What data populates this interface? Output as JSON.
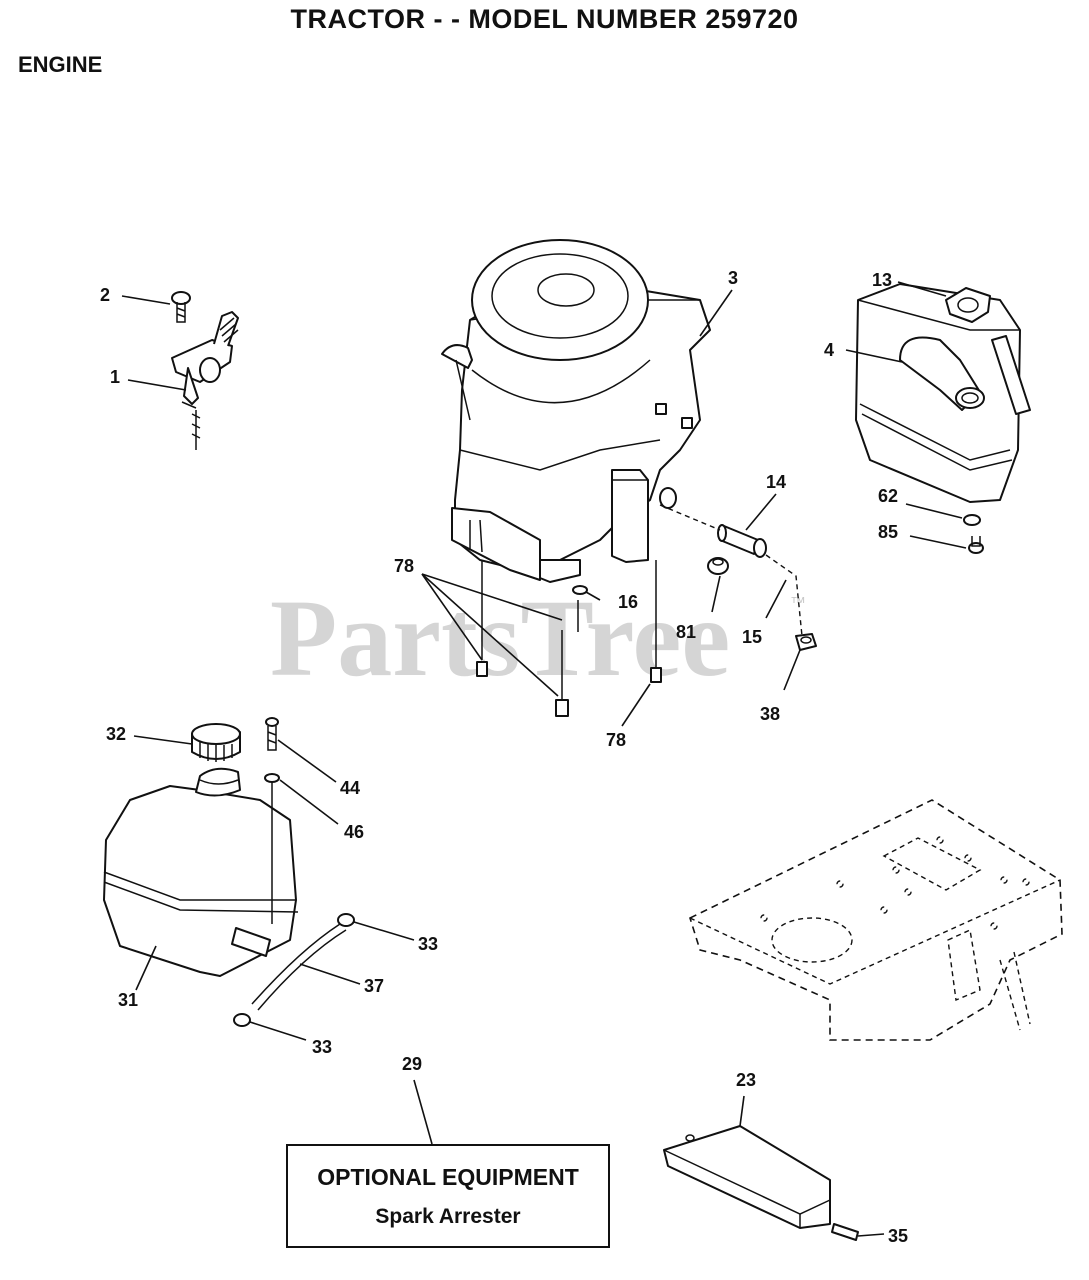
{
  "header": {
    "title": "TRACTOR - - MODEL NUMBER 259720",
    "section": "ENGINE"
  },
  "watermark": {
    "text": "PartsTree",
    "trademark": "™"
  },
  "callouts": {
    "c1": "1",
    "c2": "2",
    "c3": "3",
    "c4": "4",
    "c13": "13",
    "c14": "14",
    "c15": "15",
    "c16": "16",
    "c23": "23",
    "c29": "29",
    "c31": "31",
    "c32": "32",
    "c33a": "33",
    "c33b": "33",
    "c35": "35",
    "c37": "37",
    "c38": "38",
    "c44": "44",
    "c46": "46",
    "c62": "62",
    "c78a": "78",
    "c78b": "78",
    "c81": "81",
    "c85": "85"
  },
  "optional_equipment": {
    "heading": "OPTIONAL EQUIPMENT",
    "item": "Spark Arrester"
  }
}
